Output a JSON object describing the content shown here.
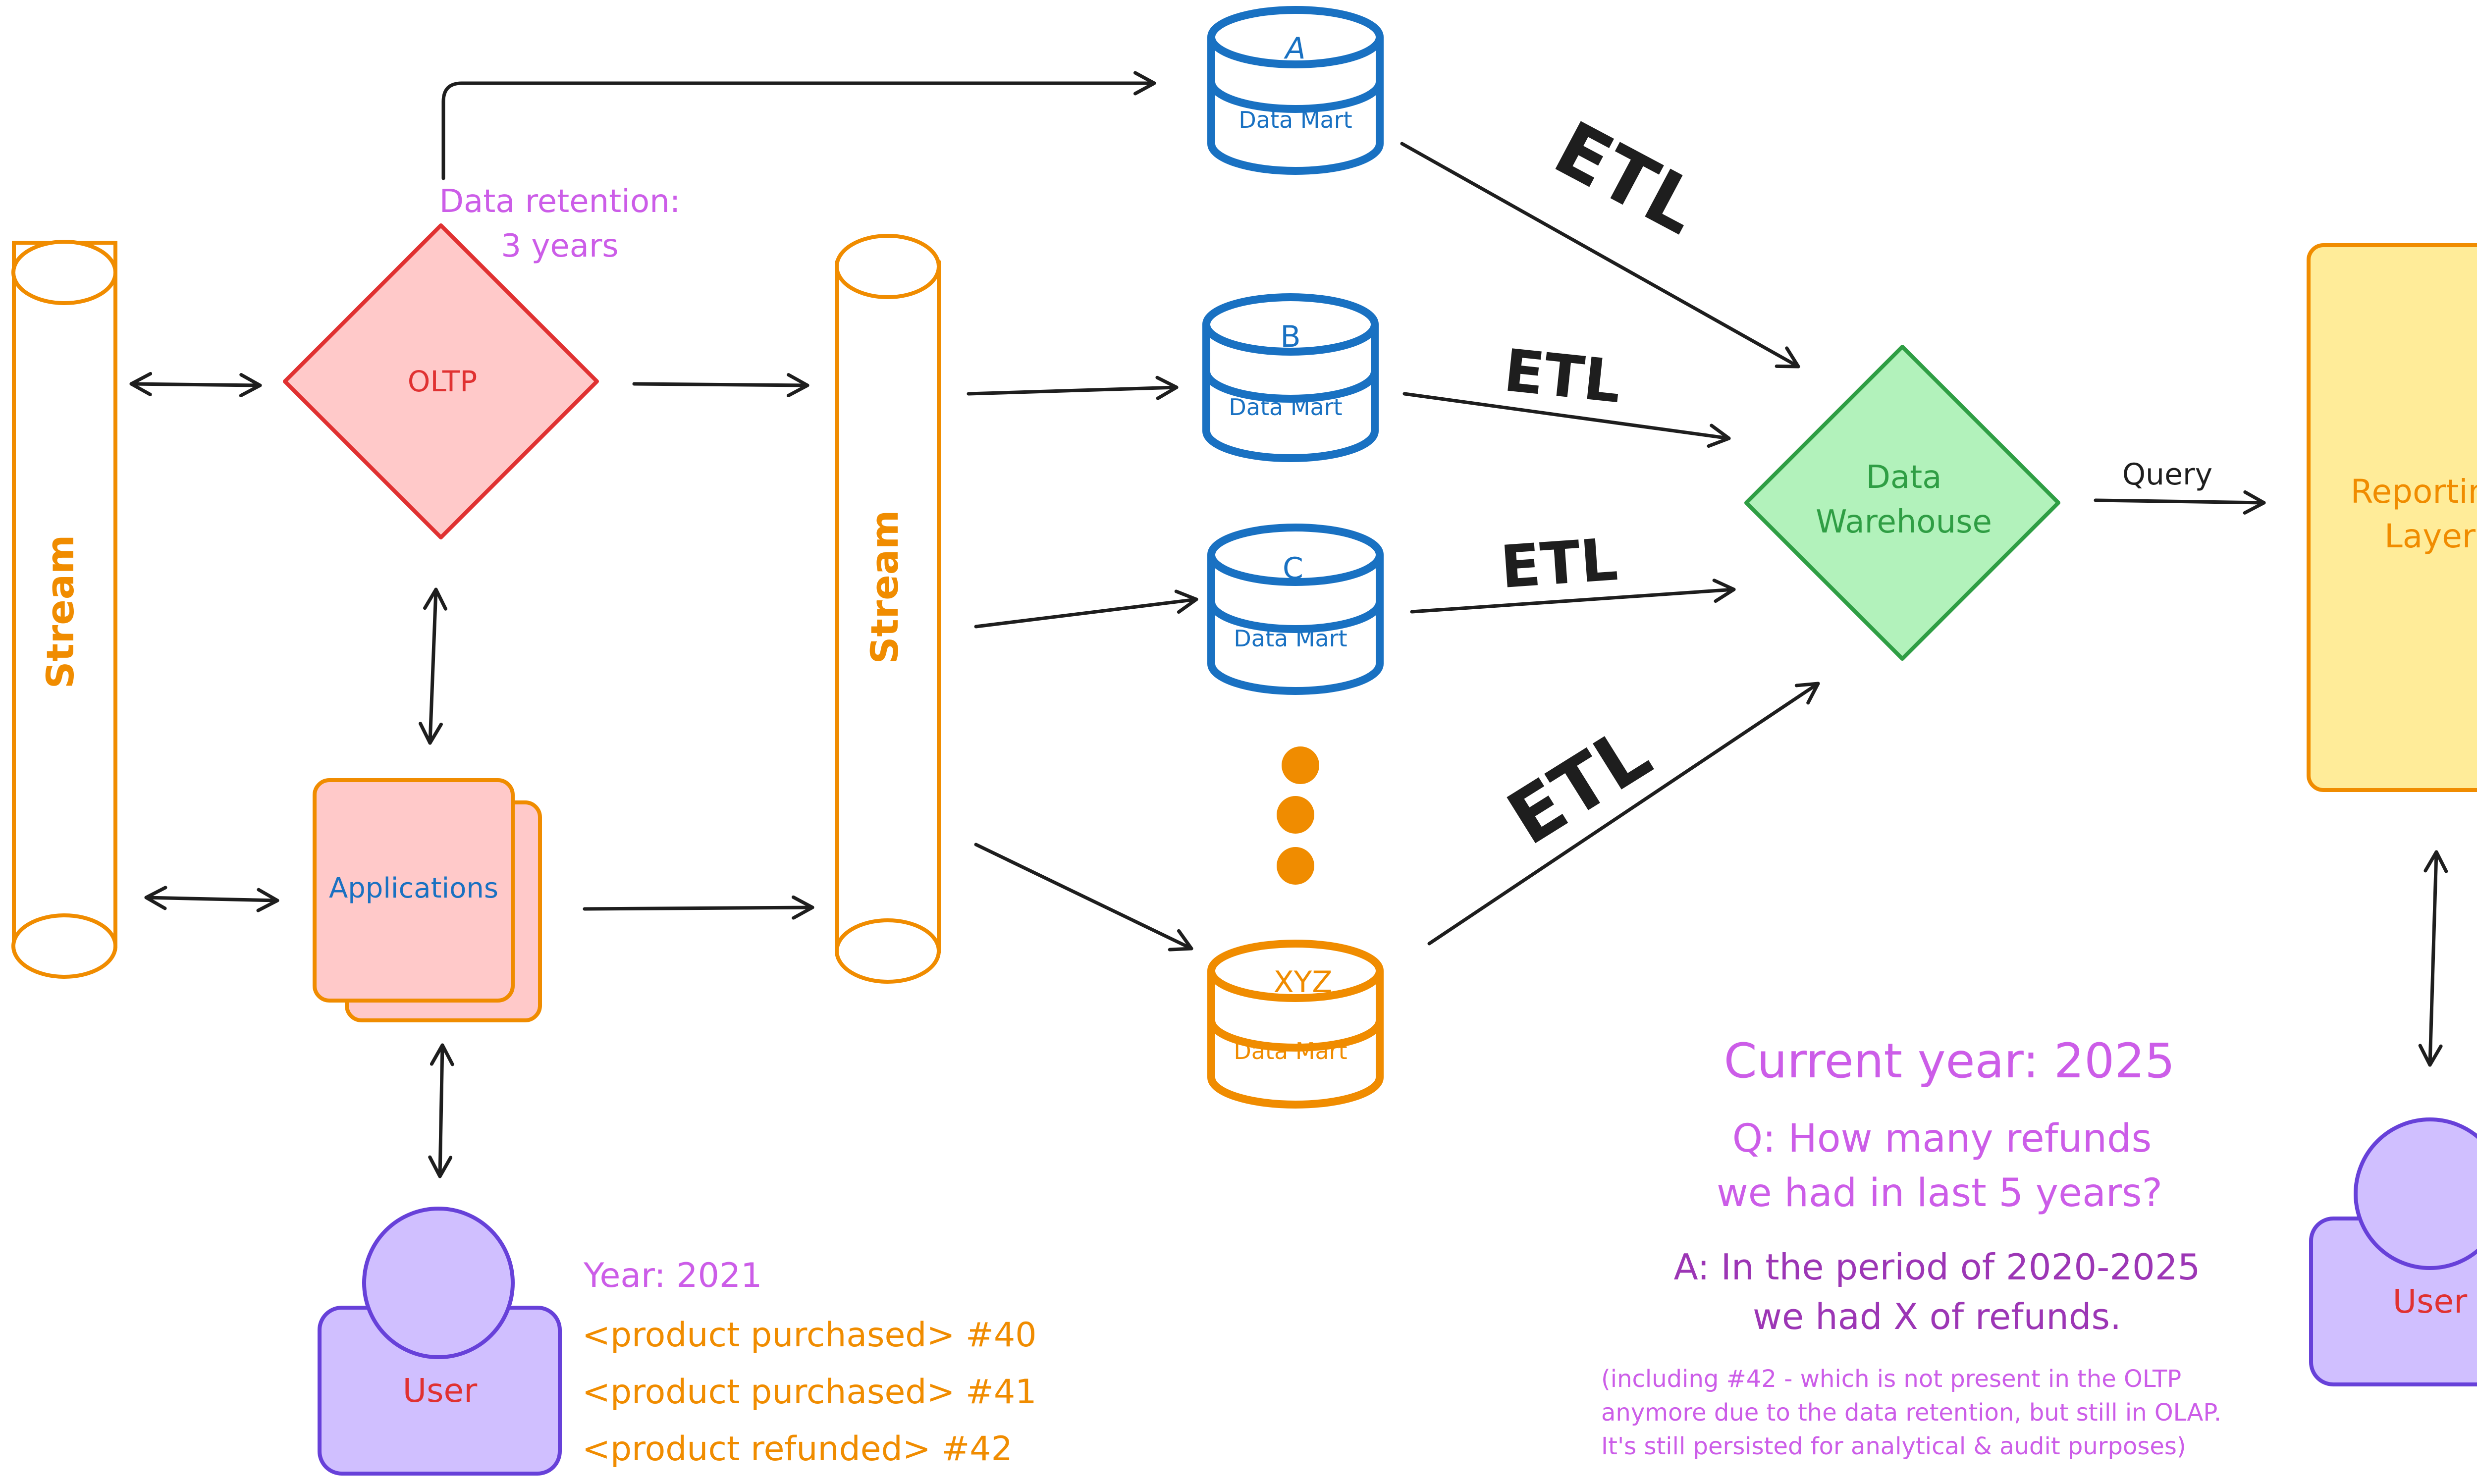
{
  "colors": {
    "orange": "#f08c00",
    "orange_fill": "#ffffff",
    "red": "#e03131",
    "red_fill": "#ffc9c9",
    "blue": "#1971c2",
    "green": "#2f9e44",
    "green_fill": "#b2f2bb",
    "yellow_fill": "#ffec99",
    "purple": "#6741d9",
    "purple_fill": "#d0bfff",
    "magenta": "#cc5de8",
    "dark_purple": "#9c36b5",
    "ink": "#1e1e1e"
  },
  "left_stream": {
    "label": "Stream"
  },
  "middle_stream": {
    "label": "Stream"
  },
  "oltp": {
    "label": "OLTP",
    "retention_line1": "Data retention:",
    "retention_line2": "3 years"
  },
  "applications": {
    "label": "Applications"
  },
  "user_left": {
    "label": "User",
    "events_year": "Year: 2021",
    "events": [
      "<product purchased> #40",
      "<product purchased> #41",
      "<product refunded> #42"
    ]
  },
  "data_marts": [
    {
      "letter": "A",
      "label": "Data Mart"
    },
    {
      "letter": "B",
      "label": "Data Mart"
    },
    {
      "letter": "C",
      "label": "Data Mart"
    },
    {
      "letter": "XYZ",
      "label": "Data Mart"
    }
  ],
  "etl_labels": [
    "ETL",
    "ETL",
    "ETL",
    "ETL"
  ],
  "warehouse": {
    "line1": "Data",
    "line2": "Warehouse"
  },
  "query_label": "Query",
  "reporting": {
    "line1": "Reporting",
    "line2": "Layer"
  },
  "user_right": {
    "label": "User"
  },
  "notes": {
    "current_year": "Current year: 2025",
    "question_line1": "Q: How many refunds",
    "question_line2": "we had in last 5 years?",
    "answer_line1": "A: In the period of 2020-2025",
    "answer_line2": "we had X of refunds.",
    "footnote_line1": "(including #42 - which is not present in the OLTP",
    "footnote_line2": "anymore due to the data retention, but still in OLAP.",
    "footnote_line3": "It's still persisted for analytical & audit purposes)"
  }
}
